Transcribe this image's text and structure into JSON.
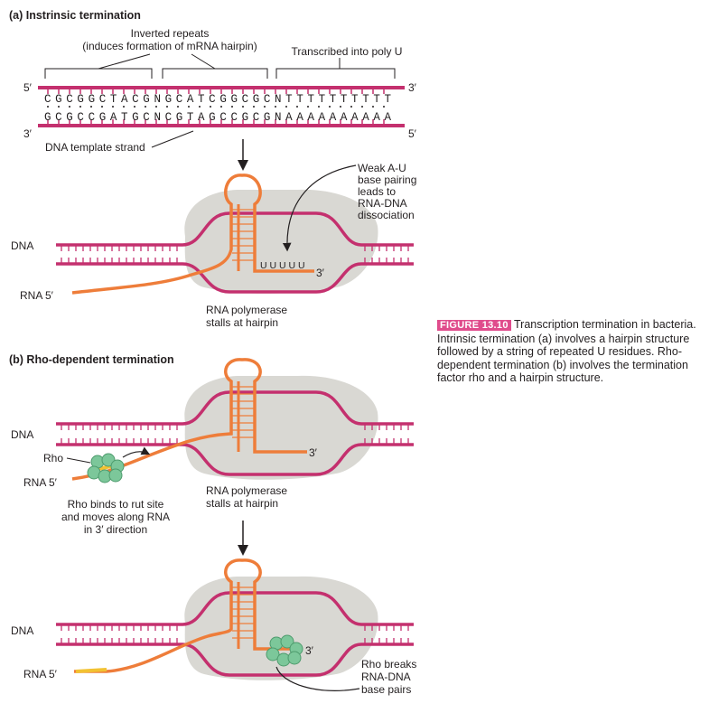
{
  "part_a": {
    "title": "(a) Instrinsic termination",
    "inverted_repeats_line1": "Inverted repeats",
    "inverted_repeats_line2": "(induces formation of mRNA hairpin)",
    "poly_u_label": "Transcribed into poly U",
    "top_strand_seq": "CGCGGCTACGNGCATCGGCGCNTTTTTTTTTT",
    "bottom_strand_seq": "GCGCCGATGCNCGTAGCCGCGNAAAAAAAAAA",
    "five_prime": "5′",
    "three_prime": "3′",
    "template_label": "DNA template strand",
    "weak_au_line1": "Weak A-U",
    "weak_au_line2": "base pairing",
    "weak_au_line3": "leads to",
    "weak_au_line4": "RNA-DNA",
    "weak_au_line5": "dissociation",
    "dna_label": "DNA",
    "rna_label": "RNA 5′",
    "uuuuu": "U U U U U",
    "rna_3prime": "3′",
    "stall_line1": "RNA polymerase",
    "stall_line2": "stalls at hairpin"
  },
  "part_b": {
    "title": "(b) Rho-dependent termination",
    "dna_label": "DNA",
    "rho_label": "Rho",
    "rna_label": "RNA 5′",
    "rna_3prime": "3′",
    "stall_line1": "RNA polymerase",
    "stall_line2": "stalls at hairpin",
    "rho_binds_line1": "Rho binds to rut site",
    "rho_binds_line2": "and moves along RNA",
    "rho_binds_line3": "in 3′ direction",
    "dna_label_2": "DNA",
    "rna_label_2": "RNA 5′",
    "rna_3prime_2": "3′",
    "rho_breaks_line1": "Rho breaks",
    "rho_breaks_line2": "RNA-DNA",
    "rho_breaks_line3": "base pairs"
  },
  "caption": {
    "figure_number": "FIGURE 13.10",
    "text": "Transcription termination in bacteria. Intrinsic termination (a) involves a hairpin structure followed by a string of repeated U residues. Rho-dependent termination (b) involves the termination factor rho and a hairpin structure."
  },
  "colors": {
    "dna_strand": "#c4306e",
    "rna_strand": "#ee7d3a",
    "polymerase": "#d9d8d3",
    "rho": "#7cc79a",
    "rut_site": "#f2c232"
  }
}
